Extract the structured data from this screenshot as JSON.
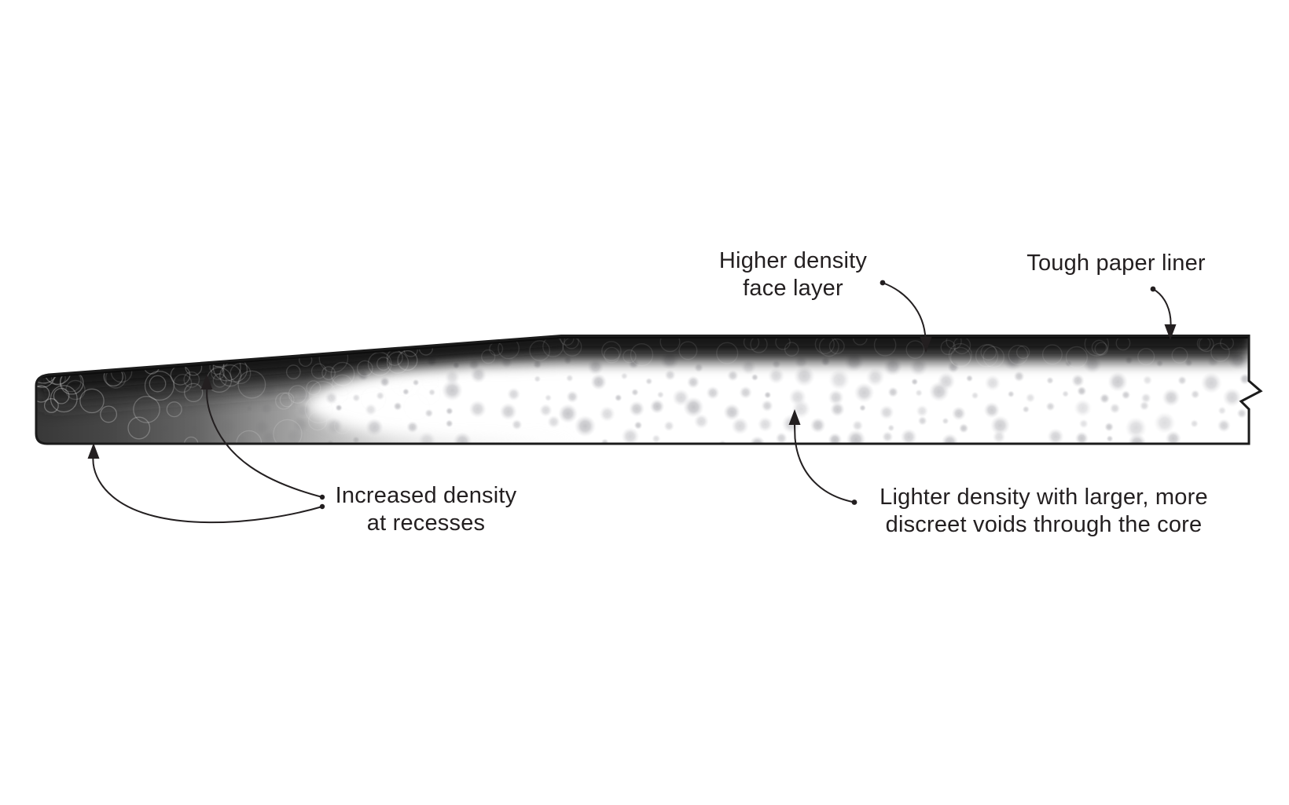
{
  "diagram": {
    "labels": {
      "higher_density_face_layer": {
        "line1": "Higher density",
        "line2": "face layer"
      },
      "tough_paper_liner": {
        "text": "Tough paper liner"
      },
      "increased_density_at_recesses": {
        "line1": "Increased density",
        "line2": "at recesses"
      },
      "lighter_density_core": {
        "line1": "Lighter density with larger, more",
        "line2": "discreet voids through the core"
      }
    },
    "colors": {
      "ink": "#231f20",
      "background": "#ffffff",
      "paper_liner": "#0d0d0d",
      "face_layer_band": "#1f1f1f",
      "recess_wedge_dark": "#383838",
      "core_void_gray": "#c2c2c6"
    }
  }
}
